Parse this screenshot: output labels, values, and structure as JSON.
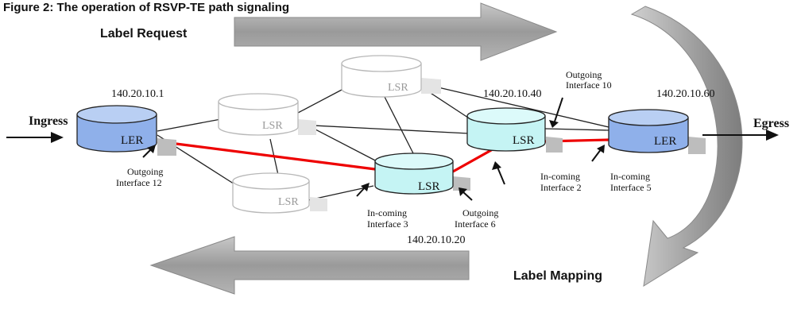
{
  "caption": "Figure 2: The operation of RSVP-TE path signaling",
  "flows": {
    "label_request": "Label Request",
    "label_mapping": "Label Mapping"
  },
  "ends": {
    "ingress": "Ingress",
    "egress": "Egress"
  },
  "routers": {
    "ler_ingress": {
      "label": "LER",
      "ip": "140.20.10.1"
    },
    "lsr_top_left": {
      "label": "LSR"
    },
    "lsr_top": {
      "label": "LSR"
    },
    "lsr_bottom_left": {
      "label": "LSR"
    },
    "lsr_mid": {
      "label": "LSR",
      "ip": "140.20.10.20"
    },
    "lsr_right": {
      "label": "LSR",
      "ip": "140.20.10.40"
    },
    "ler_egress": {
      "label": "LER",
      "ip": "140.20.10.60"
    }
  },
  "interfaces": {
    "outgoing_12": [
      "Outgoing",
      "Interface 12"
    ],
    "incoming_3": [
      "In-coming",
      "Interface 3"
    ],
    "outgoing_6": [
      "Outgoing",
      "Interface 6"
    ],
    "outgoing_10": [
      "Outgoing",
      "Interface 10"
    ],
    "incoming_2": [
      "In-coming",
      "Interface 2"
    ],
    "incoming_5": [
      "In-coming",
      "Interface 5"
    ]
  },
  "colors": {
    "lsp_path": "#ee0000",
    "active_router_fill": "#c5f4f4",
    "edge_router_fill": "#8fb0ea",
    "inactive_router_stroke": "#b8b8b8",
    "flow_arrow": "#9a9a9a"
  }
}
